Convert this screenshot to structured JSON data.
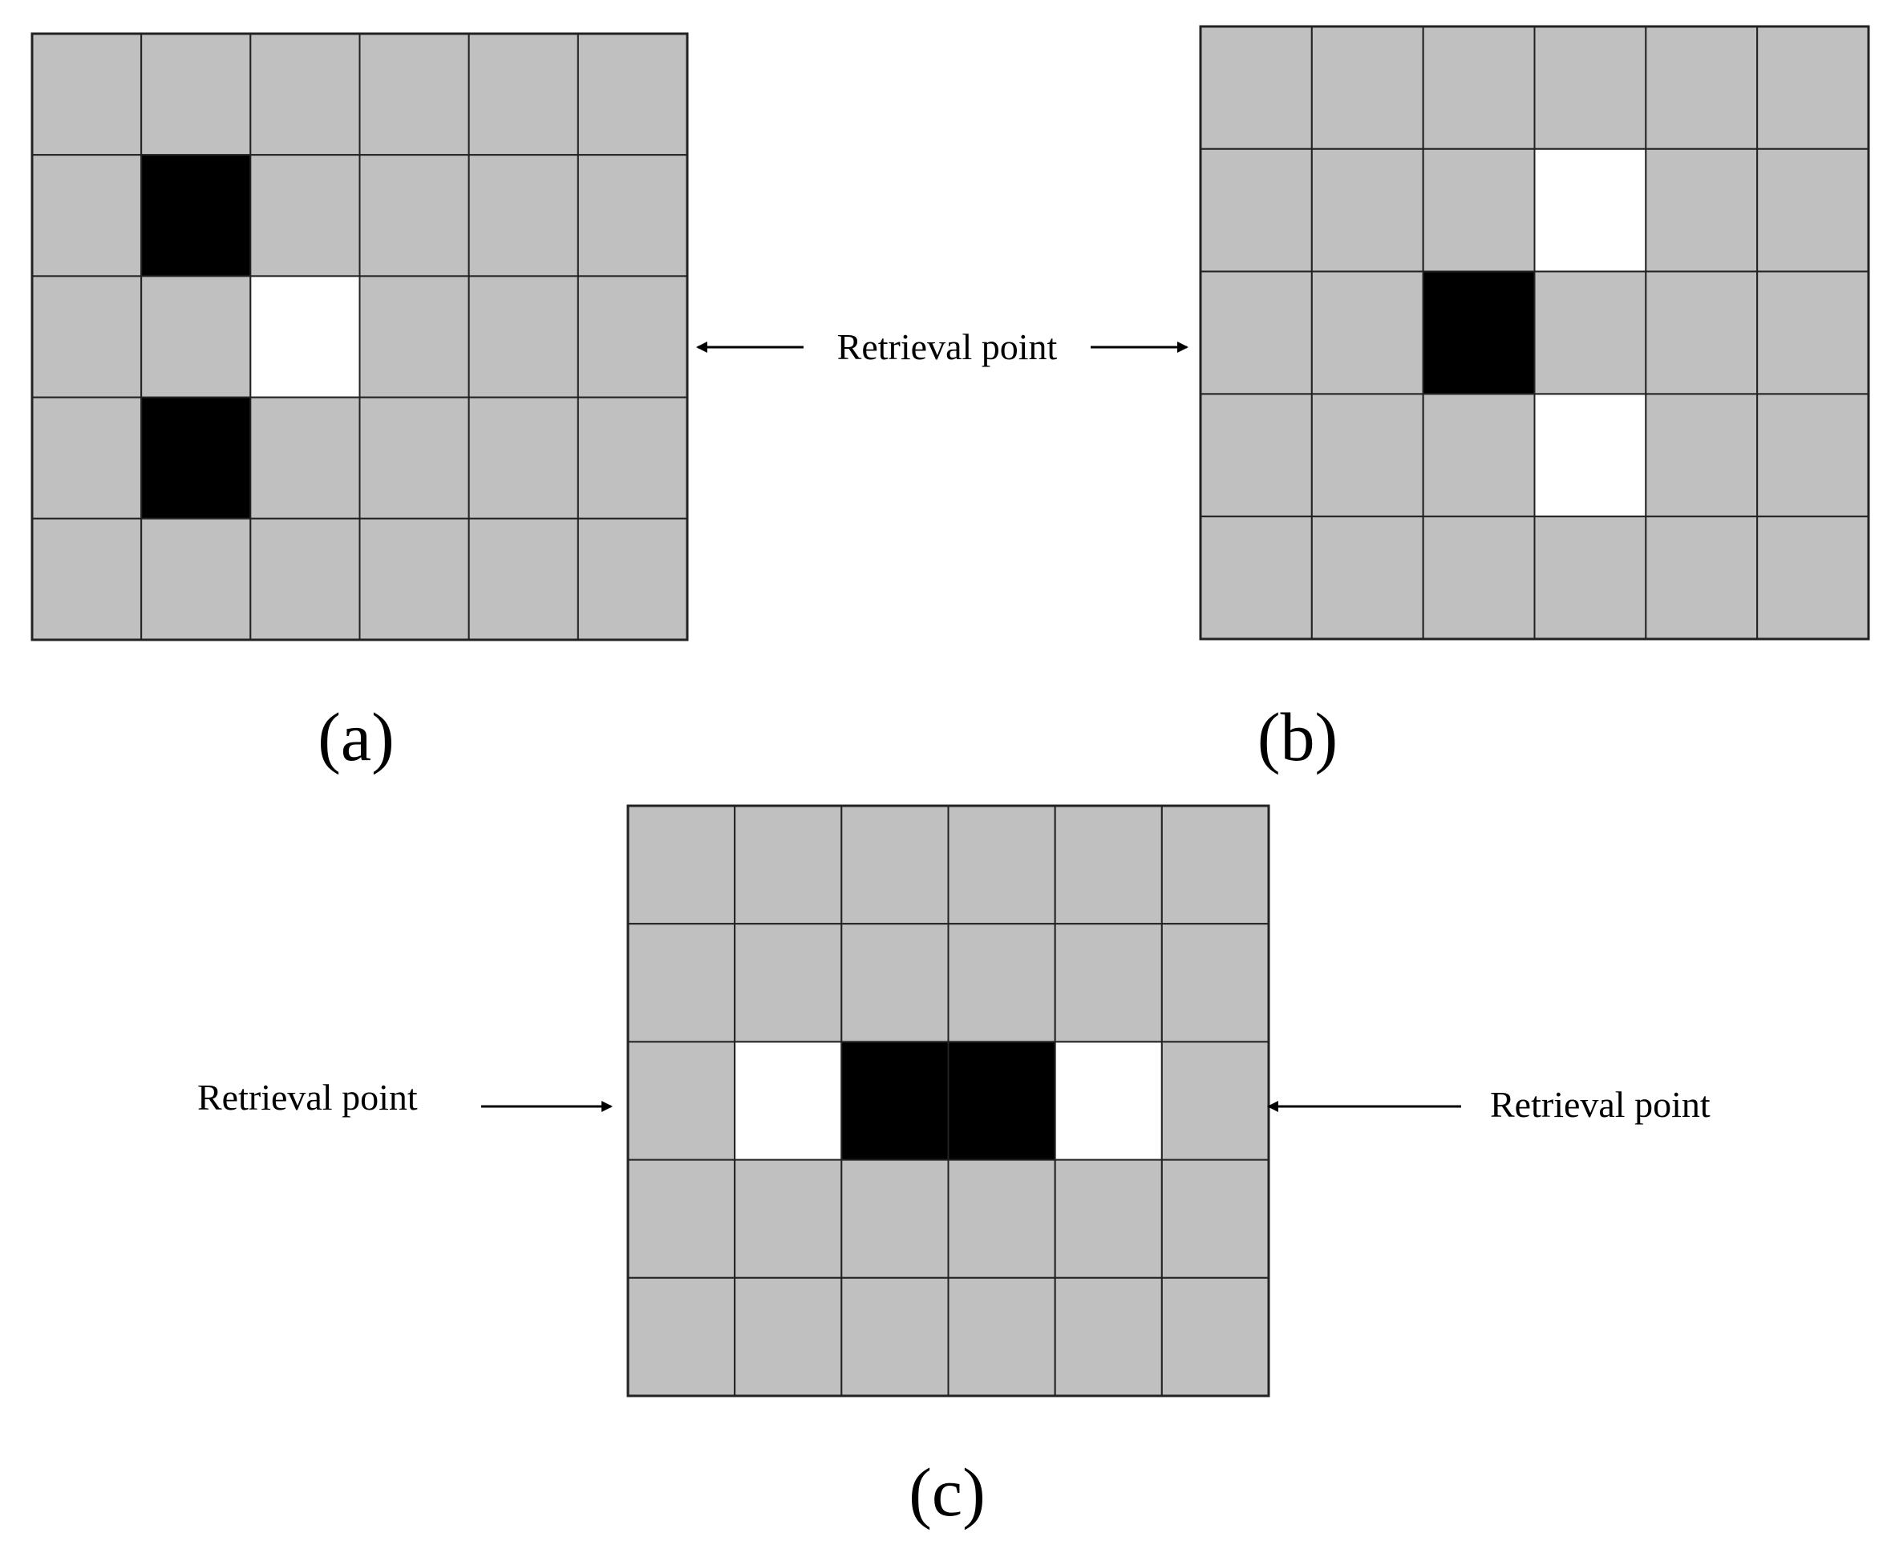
{
  "colors": {
    "gray": "#c0c0c0",
    "black": "#000000",
    "white": "#ffffff",
    "grid_line": "#222222"
  },
  "panels": [
    {
      "id": "a",
      "label": "(a)",
      "rows": 5,
      "cols": 6,
      "cells": [
        [
          "g",
          "g",
          "g",
          "g",
          "g",
          "g"
        ],
        [
          "g",
          "b",
          "g",
          "g",
          "g",
          "g"
        ],
        [
          "g",
          "g",
          "w",
          "g",
          "g",
          "g"
        ],
        [
          "g",
          "b",
          "g",
          "g",
          "g",
          "g"
        ],
        [
          "g",
          "g",
          "g",
          "g",
          "g",
          "g"
        ]
      ]
    },
    {
      "id": "b",
      "label": "(b)",
      "rows": 5,
      "cols": 6,
      "cells": [
        [
          "g",
          "g",
          "g",
          "g",
          "g",
          "g"
        ],
        [
          "g",
          "g",
          "g",
          "w",
          "g",
          "g"
        ],
        [
          "g",
          "g",
          "b",
          "g",
          "g",
          "g"
        ],
        [
          "g",
          "g",
          "g",
          "w",
          "g",
          "g"
        ],
        [
          "g",
          "g",
          "g",
          "g",
          "g",
          "g"
        ]
      ]
    },
    {
      "id": "c",
      "label": "(c)",
      "rows": 5,
      "cols": 6,
      "cells": [
        [
          "g",
          "g",
          "g",
          "g",
          "g",
          "g"
        ],
        [
          "g",
          "g",
          "g",
          "g",
          "g",
          "g"
        ],
        [
          "g",
          "w",
          "b",
          "b",
          "w",
          "g"
        ],
        [
          "g",
          "g",
          "g",
          "g",
          "g",
          "g"
        ],
        [
          "g",
          "g",
          "g",
          "g",
          "g",
          "g"
        ]
      ]
    }
  ],
  "annotations": {
    "top_retrieval_label": "Retrieval point",
    "left_retrieval_label": "Retrieval point",
    "right_retrieval_label": "Retrieval point"
  }
}
